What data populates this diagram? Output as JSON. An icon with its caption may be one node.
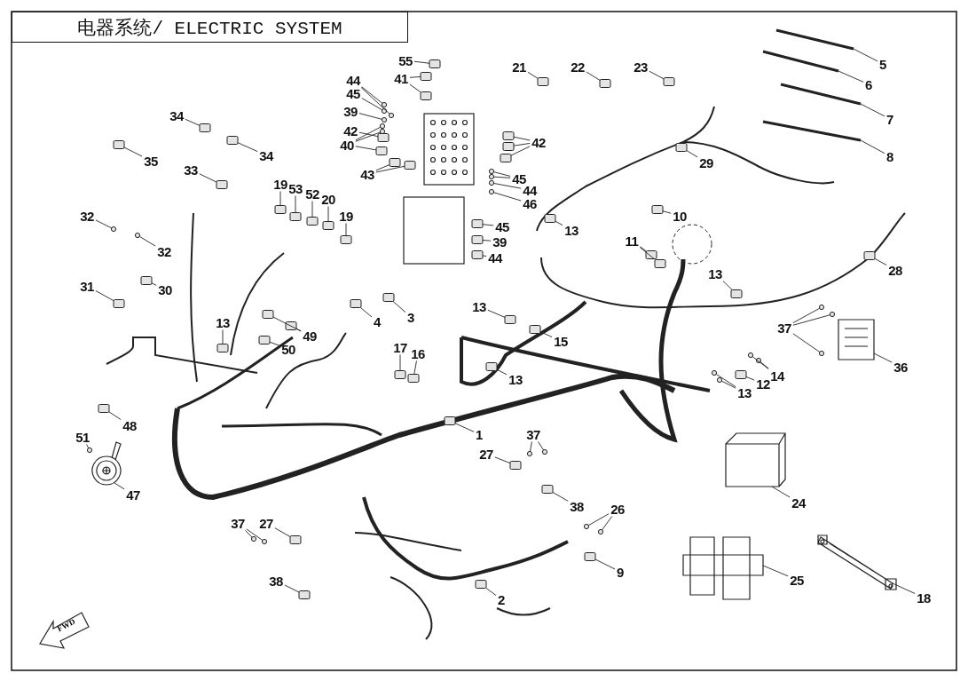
{
  "diagram": {
    "title": "电器系统/ ELECTRIC SYSTEM",
    "nodes": [
      {
        "text": [
          "55"
        ]
      },
      {
        "text": [
          "41"
        ]
      },
      {
        "text": [
          "44"
        ]
      },
      {
        "text": [
          "45"
        ]
      },
      {
        "text": [
          "39"
        ]
      },
      {
        "text": [
          "42"
        ]
      },
      {
        "text": [
          "40"
        ]
      },
      {
        "text": [
          "43"
        ]
      },
      {
        "text": [
          "42"
        ]
      },
      {
        "text": [
          "45"
        ]
      },
      {
        "text": [
          "44"
        ]
      },
      {
        "text": [
          "46"
        ]
      },
      {
        "text": [
          "45"
        ]
      },
      {
        "text": [
          "39"
        ]
      },
      {
        "text": [
          "44"
        ]
      },
      {
        "text": [
          "21"
        ]
      },
      {
        "text": [
          "22"
        ]
      },
      {
        "text": [
          "23"
        ]
      },
      {
        "text": [
          "5"
        ]
      },
      {
        "text": [
          "6"
        ]
      },
      {
        "text": [
          "7"
        ]
      },
      {
        "text": [
          "8"
        ]
      },
      {
        "text": [
          "34"
        ]
      },
      {
        "text": [
          "34"
        ]
      },
      {
        "text": [
          "35"
        ]
      },
      {
        "text": [
          "33"
        ]
      },
      {
        "text": [
          "19"
        ]
      },
      {
        "text": [
          "53"
        ]
      },
      {
        "text": [
          "52"
        ]
      },
      {
        "text": [
          "20"
        ]
      },
      {
        "text": [
          "19"
        ]
      },
      {
        "text": [
          "29"
        ]
      },
      {
        "text": [
          "13"
        ]
      },
      {
        "text": [
          "10"
        ]
      },
      {
        "text": [
          "11"
        ]
      },
      {
        "text": [
          "32"
        ]
      },
      {
        "text": [
          "32"
        ]
      },
      {
        "text": [
          "30"
        ]
      },
      {
        "text": [
          "31"
        ]
      },
      {
        "text": [
          "28"
        ]
      },
      {
        "text": [
          "13"
        ]
      },
      {
        "text": [
          "4"
        ]
      },
      {
        "text": [
          "3"
        ]
      },
      {
        "text": [
          "13"
        ]
      },
      {
        "text": [
          "49"
        ]
      },
      {
        "text": [
          "50"
        ]
      },
      {
        "text": [
          "13"
        ]
      },
      {
        "text": [
          "15"
        ]
      },
      {
        "text": [
          "37"
        ]
      },
      {
        "text": [
          "36"
        ]
      },
      {
        "text": [
          "17"
        ]
      },
      {
        "text": [
          "16"
        ]
      },
      {
        "text": [
          "14"
        ]
      },
      {
        "text": [
          "12"
        ]
      },
      {
        "text": [
          "13"
        ]
      },
      {
        "text": [
          "13"
        ]
      },
      {
        "text": [
          "48"
        ]
      },
      {
        "text": [
          "1"
        ]
      },
      {
        "text": [
          "51"
        ]
      },
      {
        "text": [
          "37"
        ]
      },
      {
        "text": [
          "27"
        ]
      },
      {
        "text": [
          "47"
        ]
      },
      {
        "text": [
          "24"
        ]
      },
      {
        "text": [
          "26"
        ]
      },
      {
        "text": [
          "38"
        ]
      },
      {
        "text": [
          "37"
        ]
      },
      {
        "text": [
          "27"
        ]
      },
      {
        "text": [
          "9"
        ]
      },
      {
        "text": [
          "25"
        ]
      },
      {
        "text": [
          "38"
        ]
      },
      {
        "text": [
          "2"
        ]
      },
      {
        "text": [
          "18"
        ]
      },
      {
        "text": [],
        "shape": "box"
      },
      {
        "text": [],
        "shape": "box"
      },
      {
        "text": [],
        "shape": "box"
      },
      {
        "text": [],
        "shape": "circle"
      },
      {
        "text": [],
        "shape": "circle"
      },
      {
        "text": [],
        "shape": "circle"
      },
      {
        "text": [],
        "shape": "circle"
      },
      {
        "text": [],
        "shape": "box"
      },
      {
        "text": [],
        "shape": "circle"
      },
      {
        "text": [],
        "shape": "circle"
      },
      {
        "text": [],
        "shape": "box"
      },
      {
        "text": [],
        "shape": "box"
      },
      {
        "text": [],
        "shape": "box"
      },
      {
        "text": [],
        "shape": "box"
      },
      {
        "text": [],
        "shape": "box"
      },
      {
        "text": [],
        "shape": "box"
      },
      {
        "text": [],
        "shape": "circle"
      },
      {
        "text": [],
        "shape": "circle"
      },
      {
        "text": [],
        "shape": "circle"
      },
      {
        "text": [],
        "shape": "circle"
      },
      {
        "text": [],
        "shape": "box"
      },
      {
        "text": [],
        "shape": "box"
      },
      {
        "text": [],
        "shape": "box"
      },
      {
        "text": [],
        "shape": "box"
      },
      {
        "text": [],
        "shape": "box"
      },
      {
        "text": [],
        "shape": "box"
      },
      {
        "text": [],
        "shape": "picture"
      },
      {
        "text": [],
        "shape": "picture"
      },
      {
        "text": [],
        "shape": "picture"
      },
      {
        "text": [],
        "shape": "picture"
      },
      {
        "text": [],
        "shape": "box"
      },
      {
        "text": [],
        "shape": "box"
      },
      {
        "text": [],
        "shape": "box"
      },
      {
        "text": [],
        "shape": "box"
      },
      {
        "text": [],
        "shape": "box"
      },
      {
        "text": [],
        "shape": "box"
      },
      {
        "text": [],
        "shape": "box"
      },
      {
        "text": [],
        "shape": "box"
      },
      {
        "text": [],
        "shape": "box"
      },
      {
        "text": [],
        "shape": "box"
      },
      {
        "text": [],
        "shape": "box"
      },
      {
        "text": [],
        "shape": "box"
      },
      {
        "text": [],
        "shape": "box"
      },
      {
        "text": [],
        "shape": "box"
      },
      {
        "text": [],
        "shape": "circle"
      },
      {
        "text": [],
        "shape": "circle"
      },
      {
        "text": [],
        "shape": "box"
      },
      {
        "text": [],
        "shape": "box"
      },
      {
        "text": [],
        "shape": "box"
      },
      {
        "text": [],
        "shape": "box"
      },
      {
        "text": [],
        "shape": "box"
      },
      {
        "text": [],
        "shape": "box"
      },
      {
        "text": [],
        "shape": "box"
      },
      {
        "text": [],
        "shape": "box"
      },
      {
        "text": [],
        "shape": "box"
      },
      {
        "text": [],
        "shape": "box"
      },
      {
        "text": [],
        "shape": "box"
      },
      {
        "text": [],
        "shape": "box"
      },
      {
        "text": [],
        "shape": "circle"
      },
      {
        "text": [],
        "shape": "circle"
      },
      {
        "text": [],
        "shape": "circle"
      },
      {
        "text": [],
        "shape": "picture"
      },
      {
        "text": [],
        "shape": "box"
      },
      {
        "text": [],
        "shape": "box"
      },
      {
        "text": [],
        "shape": "circle"
      },
      {
        "text": [],
        "shape": "circle"
      },
      {
        "text": [],
        "shape": "box"
      },
      {
        "text": [],
        "shape": "circle"
      },
      {
        "text": [],
        "shape": "circle"
      },
      {
        "text": [],
        "shape": "box"
      },
      {
        "text": [],
        "shape": "box"
      },
      {
        "text": [],
        "shape": "box"
      },
      {
        "text": [],
        "shape": "circle"
      },
      {
        "text": [],
        "shape": "circle"
      },
      {
        "text": [],
        "shape": "circle"
      },
      {
        "text": [],
        "shape": "box"
      },
      {
        "text": [],
        "shape": "picture"
      },
      {
        "text": [],
        "shape": "picture"
      },
      {
        "text": [],
        "shape": "circle"
      },
      {
        "text": [],
        "shape": "circle"
      },
      {
        "text": [],
        "shape": "box"
      },
      {
        "text": [],
        "shape": "circle"
      },
      {
        "text": [],
        "shape": "circle"
      },
      {
        "text": [],
        "shape": "box"
      },
      {
        "text": [],
        "shape": "box"
      },
      {
        "text": [],
        "shape": "picture"
      },
      {
        "text": [],
        "shape": "box"
      },
      {
        "text": [],
        "shape": "box"
      },
      {
        "text": [],
        "shape": "picture"
      }
    ],
    "edges": [
      {
        "from": 0,
        "to": 72,
        "arrow": "none"
      },
      {
        "from": 1,
        "to": 73,
        "arrow": "none"
      },
      {
        "from": 1,
        "to": 74,
        "arrow": "none"
      },
      {
        "from": 2,
        "to": 75,
        "arrow": "none"
      },
      {
        "from": 2,
        "to": 76,
        "arrow": "none"
      },
      {
        "from": 3,
        "to": 77,
        "arrow": "none"
      },
      {
        "from": 4,
        "to": 78,
        "arrow": "none"
      },
      {
        "from": 5,
        "to": 79,
        "arrow": "none"
      },
      {
        "from": 6,
        "to": 80,
        "arrow": "none"
      },
      {
        "from": 6,
        "to": 81,
        "arrow": "none"
      },
      {
        "from": 6,
        "to": 82,
        "arrow": "none"
      },
      {
        "from": 7,
        "to": 83,
        "arrow": "none"
      },
      {
        "from": 7,
        "to": 84,
        "arrow": "none"
      },
      {
        "from": 8,
        "to": 85,
        "arrow": "none"
      },
      {
        "from": 8,
        "to": 86,
        "arrow": "none"
      },
      {
        "from": 8,
        "to": 87,
        "arrow": "none"
      },
      {
        "from": 9,
        "to": 88,
        "arrow": "none"
      },
      {
        "from": 9,
        "to": 89,
        "arrow": "none"
      },
      {
        "from": 10,
        "to": 90,
        "arrow": "none"
      },
      {
        "from": 11,
        "to": 91,
        "arrow": "none"
      },
      {
        "from": 12,
        "to": 92,
        "arrow": "none"
      },
      {
        "from": 13,
        "to": 93,
        "arrow": "none"
      },
      {
        "from": 14,
        "to": 94,
        "arrow": "none"
      },
      {
        "from": 15,
        "to": 95,
        "arrow": "none"
      },
      {
        "from": 16,
        "to": 96,
        "arrow": "none"
      },
      {
        "from": 17,
        "to": 97,
        "arrow": "none"
      },
      {
        "from": 18,
        "to": 98,
        "arrow": "none"
      },
      {
        "from": 19,
        "to": 99,
        "arrow": "none"
      },
      {
        "from": 20,
        "to": 100,
        "arrow": "none"
      },
      {
        "from": 21,
        "to": 101,
        "arrow": "none"
      },
      {
        "from": 22,
        "to": 102,
        "arrow": "none"
      },
      {
        "from": 23,
        "to": 103,
        "arrow": "none"
      },
      {
        "from": 24,
        "to": 104,
        "arrow": "none"
      },
      {
        "from": 25,
        "to": 105,
        "arrow": "none"
      },
      {
        "from": 26,
        "to": 106,
        "arrow": "none"
      },
      {
        "from": 27,
        "to": 107,
        "arrow": "none"
      },
      {
        "from": 28,
        "to": 108,
        "arrow": "none"
      },
      {
        "from": 29,
        "to": 109,
        "arrow": "none"
      },
      {
        "from": 30,
        "to": 110,
        "arrow": "none"
      },
      {
        "from": 31,
        "to": 111,
        "arrow": "none"
      },
      {
        "from": 32,
        "to": 112,
        "arrow": "none"
      },
      {
        "from": 33,
        "to": 113,
        "arrow": "none"
      },
      {
        "from": 34,
        "to": 114,
        "arrow": "none"
      },
      {
        "from": 34,
        "to": 115,
        "arrow": "none"
      },
      {
        "from": 35,
        "to": 116,
        "arrow": "none"
      },
      {
        "from": 36,
        "to": 117,
        "arrow": "none"
      },
      {
        "from": 37,
        "to": 118,
        "arrow": "none"
      },
      {
        "from": 38,
        "to": 119,
        "arrow": "none"
      },
      {
        "from": 39,
        "to": 120,
        "arrow": "none"
      },
      {
        "from": 40,
        "to": 121,
        "arrow": "none"
      },
      {
        "from": 41,
        "to": 122,
        "arrow": "none"
      },
      {
        "from": 42,
        "to": 123,
        "arrow": "none"
      },
      {
        "from": 43,
        "to": 124,
        "arrow": "none"
      },
      {
        "from": 44,
        "to": 125,
        "arrow": "none"
      },
      {
        "from": 44,
        "to": 126,
        "arrow": "none"
      },
      {
        "from": 45,
        "to": 127,
        "arrow": "none"
      },
      {
        "from": 46,
        "to": 128,
        "arrow": "none"
      },
      {
        "from": 47,
        "to": 129,
        "arrow": "none"
      },
      {
        "from": 48,
        "to": 130,
        "arrow": "none"
      },
      {
        "from": 48,
        "to": 131,
        "arrow": "none"
      },
      {
        "from": 48,
        "to": 132,
        "arrow": "none"
      },
      {
        "from": 49,
        "to": 133,
        "arrow": "none"
      },
      {
        "from": 50,
        "to": 134,
        "arrow": "none"
      },
      {
        "from": 51,
        "to": 135,
        "arrow": "none"
      },
      {
        "from": 52,
        "to": 136,
        "arrow": "none"
      },
      {
        "from": 52,
        "to": 137,
        "arrow": "none"
      },
      {
        "from": 53,
        "to": 138,
        "arrow": "none"
      },
      {
        "from": 54,
        "to": 139,
        "arrow": "none"
      },
      {
        "from": 54,
        "to": 140,
        "arrow": "none"
      },
      {
        "from": 55,
        "to": 141,
        "arrow": "none"
      },
      {
        "from": 56,
        "to": 142,
        "arrow": "none"
      },
      {
        "from": 57,
        "to": 143,
        "arrow": "none"
      },
      {
        "from": 58,
        "to": 144,
        "arrow": "none"
      },
      {
        "from": 59,
        "to": 145,
        "arrow": "none"
      },
      {
        "from": 59,
        "to": 146,
        "arrow": "none"
      },
      {
        "from": 60,
        "to": 147,
        "arrow": "none"
      },
      {
        "from": 61,
        "to": 148,
        "arrow": "none"
      },
      {
        "from": 62,
        "to": 149,
        "arrow": "none"
      },
      {
        "from": 63,
        "to": 150,
        "arrow": "none"
      },
      {
        "from": 63,
        "to": 151,
        "arrow": "none"
      },
      {
        "from": 64,
        "to": 152,
        "arrow": "none"
      },
      {
        "from": 65,
        "to": 153,
        "arrow": "none"
      },
      {
        "from": 65,
        "to": 154,
        "arrow": "none"
      },
      {
        "from": 66,
        "to": 155,
        "arrow": "none"
      },
      {
        "from": 67,
        "to": 156,
        "arrow": "none"
      },
      {
        "from": 68,
        "to": 157,
        "arrow": "none"
      },
      {
        "from": 69,
        "to": 158,
        "arrow": "none"
      },
      {
        "from": 70,
        "to": 159,
        "arrow": "none"
      },
      {
        "from": 71,
        "to": 160,
        "arrow": "none"
      }
    ],
    "labels": [
      "FWD"
    ]
  }
}
